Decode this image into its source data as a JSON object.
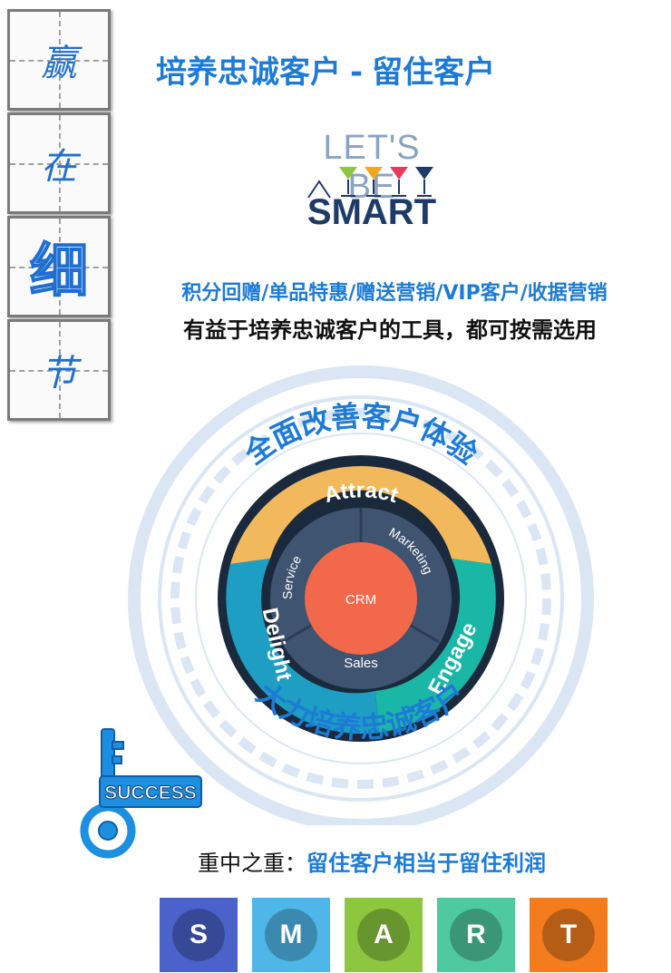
{
  "side_title": {
    "chars": [
      "赢",
      "在",
      "细",
      "节"
    ]
  },
  "header": {
    "title_part1": "培养忠诚客户",
    "separator": "-",
    "title_part2": "留住客户"
  },
  "logo": {
    "top_text": "LET'S BE",
    "bottom_text": "SMART"
  },
  "taglines": {
    "tools": "积分回赠/单品特惠/赠送营销/VIP客户/收据营销",
    "description": "有益于培养忠诚客户的工具，都可按需选用"
  },
  "diagram": {
    "top_arc_text": "全面改善客户体验",
    "bottom_arc_text": "大力培养忠诚客户",
    "outer_segments": [
      "Attract",
      "Engage",
      "Delight"
    ],
    "inner_segments": [
      "Service",
      "Marketing",
      "Sales"
    ],
    "center": "CRM",
    "colors": {
      "attract": "#f2b95c",
      "engage": "#1ab7a6",
      "delight": "#1d9ec2",
      "inner_ring": "#3e5470",
      "center": "#f2684a"
    }
  },
  "key": {
    "label": "SUCCESS"
  },
  "bottom_line": {
    "prefix": "重中之重",
    "colon": "：",
    "highlight": "留住客户相当于留住利润"
  },
  "smart_tiles": [
    {
      "letter": "S",
      "color": "#4a62c9"
    },
    {
      "letter": "M",
      "color": "#4fb7e8"
    },
    {
      "letter": "A",
      "color": "#8dc73f"
    },
    {
      "letter": "R",
      "color": "#4fc9a0"
    },
    {
      "letter": "T",
      "color": "#f27c1e"
    }
  ]
}
